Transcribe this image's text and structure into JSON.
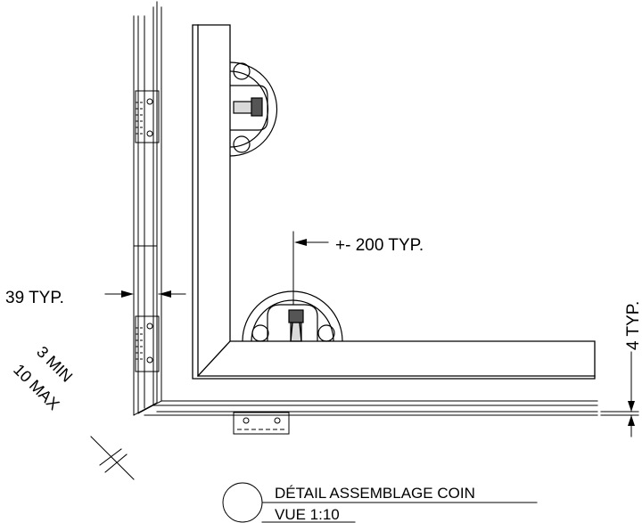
{
  "annotations": {
    "spacing": "+- 200 TYP.",
    "profile_width": "39 TYP.",
    "gap_min": "3 MIN",
    "gap_max": "10 MAX",
    "thickness": "4 TYP."
  },
  "title_block": {
    "title": "DÉTAIL ASSEMBLAGE COIN",
    "scale": "VUE 1:10"
  },
  "colors": {
    "line": "#000000",
    "background": "#ffffff"
  }
}
